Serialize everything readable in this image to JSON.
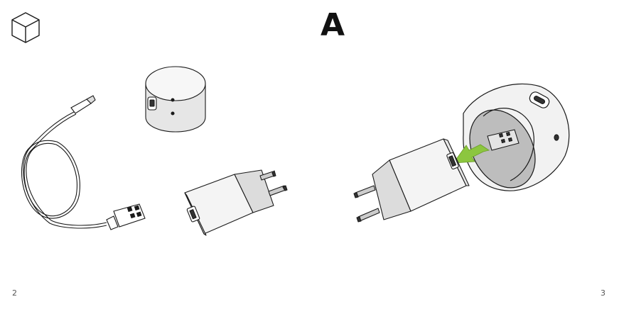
{
  "step": {
    "letter": "A"
  },
  "pages": {
    "left": "2",
    "right": "3"
  },
  "icons": {
    "contents": "cube-icon",
    "insert_arrow": "arrow-left-icon"
  },
  "colors": {
    "line": "#1a1a1a",
    "device_body": "#e6e6e6",
    "device_shadow": "#bdbdbd",
    "arrow": "#8cc63f",
    "charger": "#f4f4f4"
  }
}
